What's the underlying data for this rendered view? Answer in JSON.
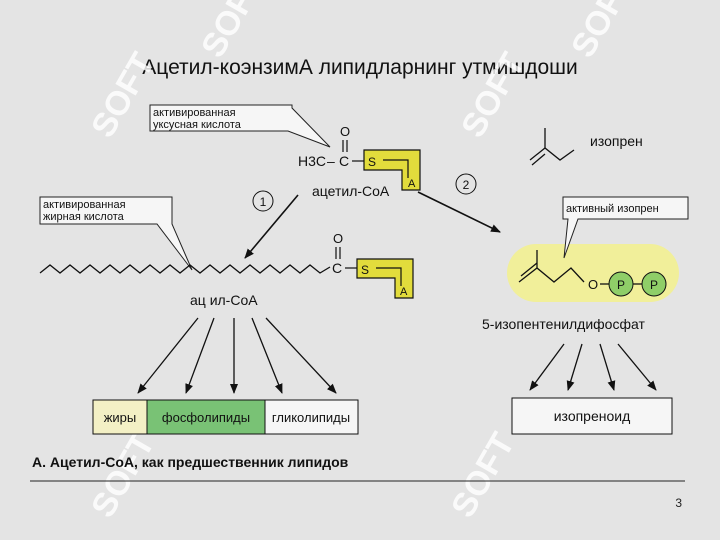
{
  "title": "Ацетил-коэнзимА липидларнинг утмишдоши",
  "page_number": "3",
  "watermark": "SOFT",
  "colors": {
    "background": "#e4e4e4",
    "coa_box": "#e2dc3c",
    "phosphate": "#8fce68",
    "isoprene_glow": "#f1ef9a",
    "fat_box": "#f3f0c5",
    "phospholipid_box": "#79c275"
  },
  "callouts": {
    "acetic": [
      "активированная",
      "уксусная кислота"
    ],
    "fatty": [
      "активированная",
      "жирная кислота"
    ],
    "isoprene": "активный изопрен"
  },
  "molecule": {
    "h3c": "H3C",
    "dash": "–",
    "c": "C",
    "o": "O",
    "s": "S",
    "a": "A",
    "acetyl_coa": "ацетил-CoA",
    "acyl_coa": "ац   ил-CoA",
    "isoprene": "изопрен",
    "isopentenyl": "5-изопентенилдифосфат",
    "o_link": "O",
    "p": "P"
  },
  "steps": {
    "one": "1",
    "two": "2"
  },
  "products": {
    "fats": "жиры",
    "phospholipids": "фосфолипиды",
    "glycolipids": "гликолипиды",
    "isoprenoid": "изопреноид"
  },
  "caption": "А. Ацетил-CoA, как предшественник липидов"
}
